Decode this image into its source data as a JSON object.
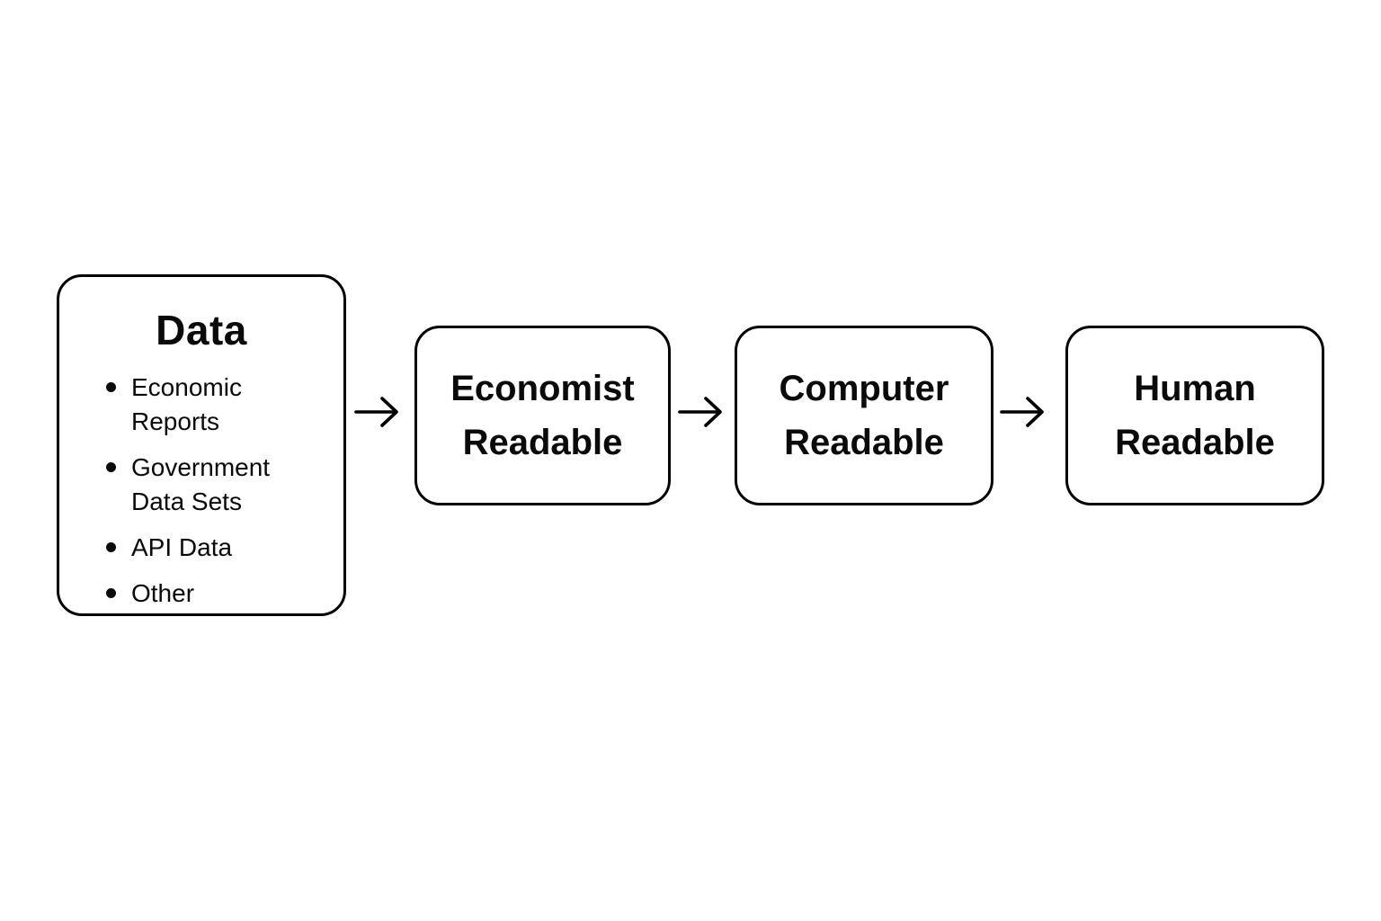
{
  "canvas": {
    "background": "#ffffff",
    "text_color": "#0a0a0a",
    "stroke_color": "#000000"
  },
  "diagram": {
    "type": "flow-diagram",
    "direction": "left-to-right",
    "nodes": [
      {
        "id": "data",
        "kind": "list-box",
        "title": "Data",
        "bullets": [
          "Economic Reports",
          "Government Data Sets",
          "API Data",
          "Other"
        ]
      },
      {
        "id": "economist-readable",
        "kind": "box",
        "label": "Economist Readable"
      },
      {
        "id": "computer-readable",
        "kind": "box",
        "label": "Computer Readable"
      },
      {
        "id": "human-readable",
        "kind": "box",
        "label": "Human Readable"
      }
    ],
    "arrows": [
      {
        "from": "data",
        "to": "economist-readable",
        "direction": "right"
      },
      {
        "from": "economist-readable",
        "to": "computer-readable",
        "direction": "right"
      },
      {
        "from": "computer-readable",
        "to": "human-readable",
        "direction": "right"
      }
    ]
  }
}
